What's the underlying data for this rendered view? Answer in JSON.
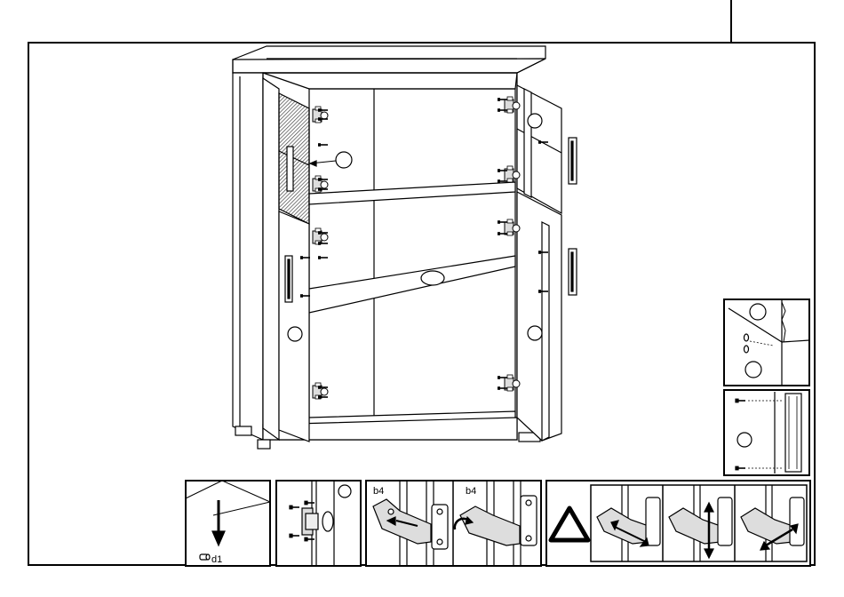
{
  "labels": {
    "dowel_part": "d1",
    "hinge_part_left": "b4",
    "hinge_part_right": "b4"
  },
  "icons": {
    "step_arrow": "arrow-down-icon",
    "warning": "warning-triangle-icon"
  },
  "colors": {
    "line": "#000000",
    "panel_fill": "#ffffff",
    "hatch": "#444444",
    "hinge_fill": "#d8d8d8"
  }
}
